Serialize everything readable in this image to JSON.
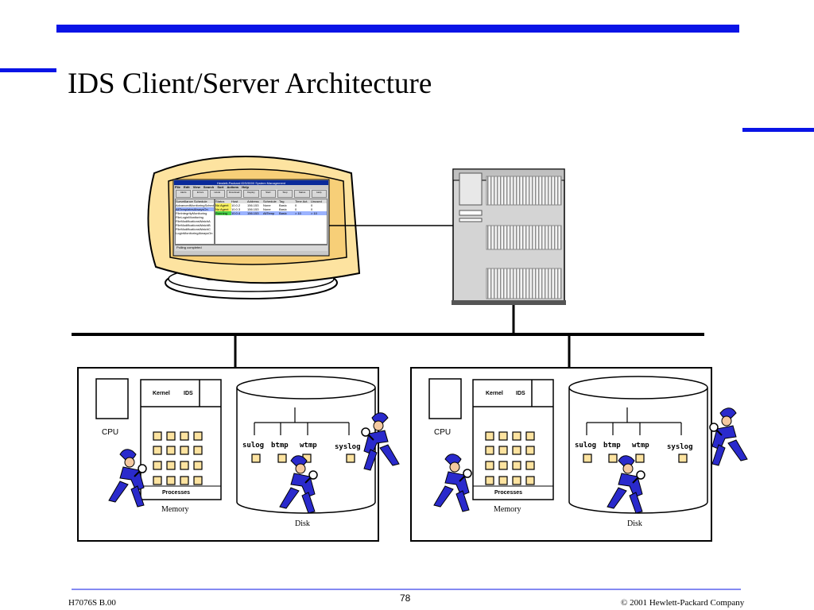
{
  "slide": {
    "title": "IDS Client/Server Architecture",
    "accent_color": "#0a14e6"
  },
  "monitor_screen": {
    "window_title": "Hewlett-Packard IDS/9000 System Management",
    "menu": [
      "File",
      "Edit",
      "View",
      "Search",
      "Sort",
      "Actions",
      "Help"
    ],
    "toolbar": [
      "Alerts",
      "Errors",
      "Hosts",
      "Download",
      "Deploy",
      "Start",
      "Stop",
      "Status",
      "Help"
    ],
    "schedules_header": "Surveillance Schedule",
    "schedules": [
      "AdvancedMonitoringSched",
      "AllTemplatesAlwaysOn",
      "FileIntegrityMonitoring",
      "FileLoginMonitoring",
      "FileModificationsWatchA",
      "FileModificationsWatchB",
      "FileModificationsWatchC",
      "LoginMonitoringAlwaysOn"
    ],
    "columns": [
      "Status",
      "Host",
      "Address",
      "Schedule",
      "Tag",
      "Time Act.",
      "Unused"
    ],
    "rows": [
      [
        "No Agent",
        "10.0.2",
        "156.153",
        "None",
        "Basic",
        "0",
        "0"
      ],
      [
        "No Agent",
        "10.0.3",
        "156.153",
        "None",
        "Basic",
        "0",
        "0"
      ],
      [
        "Running",
        "10.0.4",
        "156.153",
        "AllTemp",
        "Basic",
        "> 10",
        "> 10"
      ]
    ],
    "status_text": "Polling completed"
  },
  "nodes": [
    {
      "cpu_label": "CPU",
      "kernel_label": "Kernel",
      "ids_label": "IDS",
      "processes_label": "Processes",
      "memory_label": "Memory",
      "disk_label": "Disk",
      "logs": [
        "sulog",
        "btmp",
        "wtmp",
        "syslog"
      ]
    },
    {
      "cpu_label": "CPU",
      "kernel_label": "Kernel",
      "ids_label": "IDS",
      "processes_label": "Processes",
      "memory_label": "Memory",
      "disk_label": "Disk",
      "logs": [
        "sulog",
        "btmp",
        "wtmp",
        "syslog"
      ]
    }
  ],
  "footer": {
    "code": "H7076S B.00",
    "page": "78",
    "copyright": "© 2001 Hewlett-Packard Company"
  }
}
